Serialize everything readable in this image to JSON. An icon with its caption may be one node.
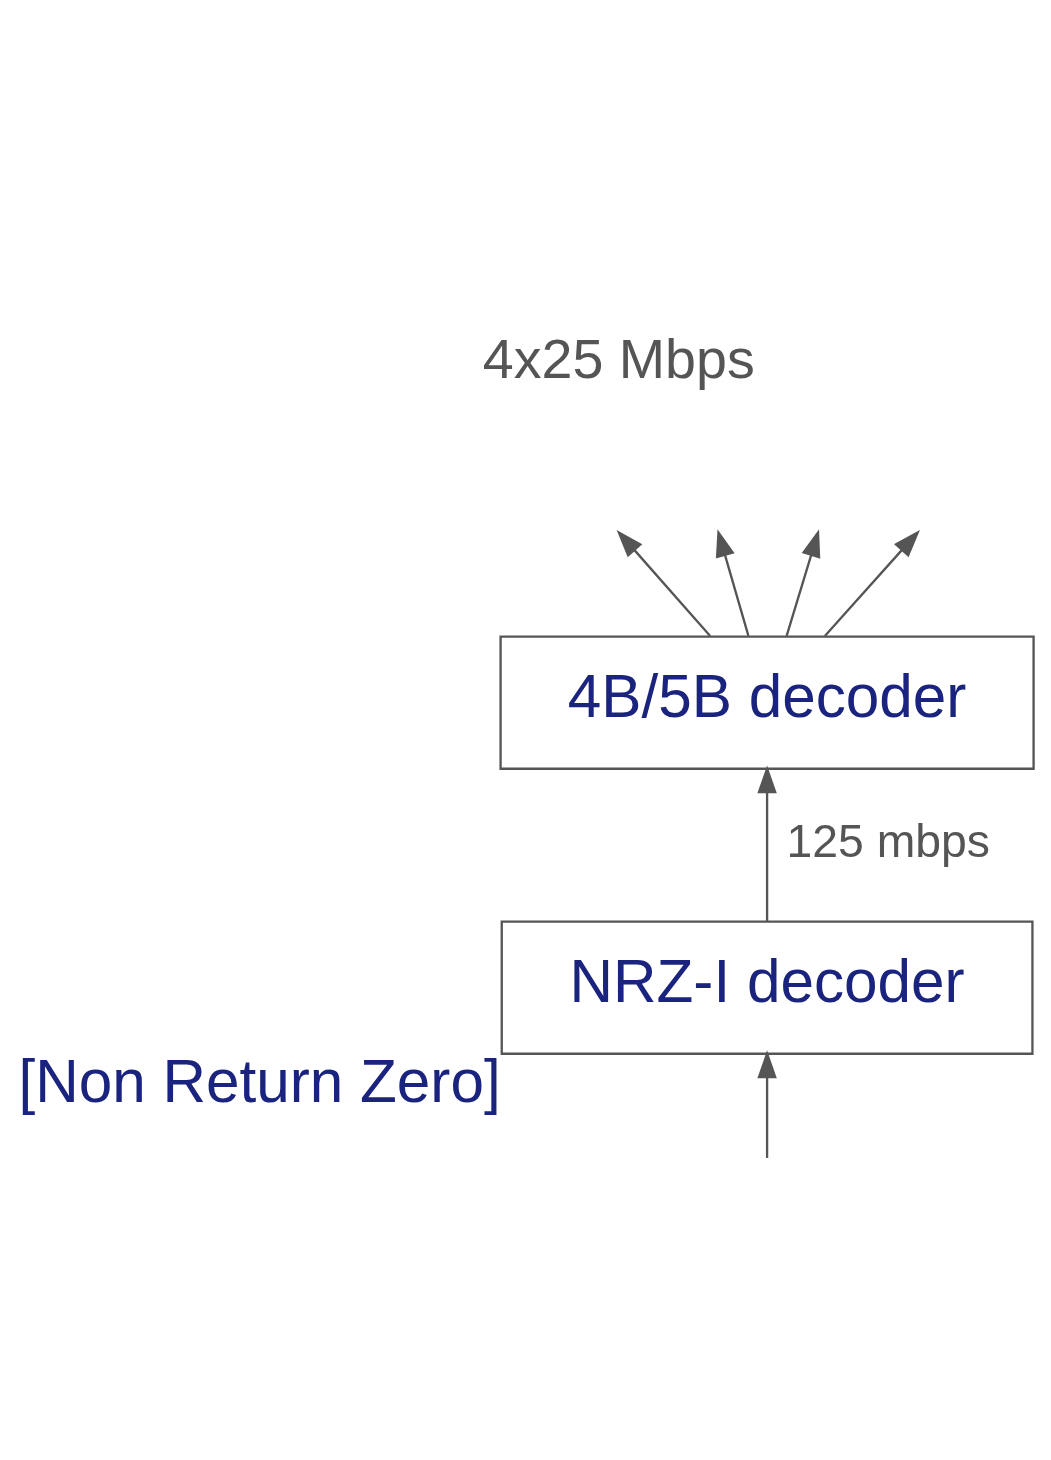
{
  "diagram": {
    "nodes": [
      {
        "text": [
          "4B/5B decoder"
        ]
      },
      {
        "text": [
          "NRZ-I decoder"
        ],
        "beside": [
          "[Non Return Zero]"
        ]
      }
    ],
    "edges": [
      {
        "from": 0,
        "to": null,
        "arrow": "to"
      },
      {
        "from": 0,
        "to": null,
        "arrow": "to"
      },
      {
        "from": 0,
        "to": null,
        "arrow": "to"
      },
      {
        "from": 0,
        "to": null,
        "arrow": "to"
      },
      {
        "from": 1,
        "to": 0,
        "label": "125 mbps",
        "arrow": "to"
      },
      {
        "from": null,
        "to": 1,
        "arrow": "to"
      }
    ],
    "labels": [
      "4x25 Mbps"
    ]
  }
}
